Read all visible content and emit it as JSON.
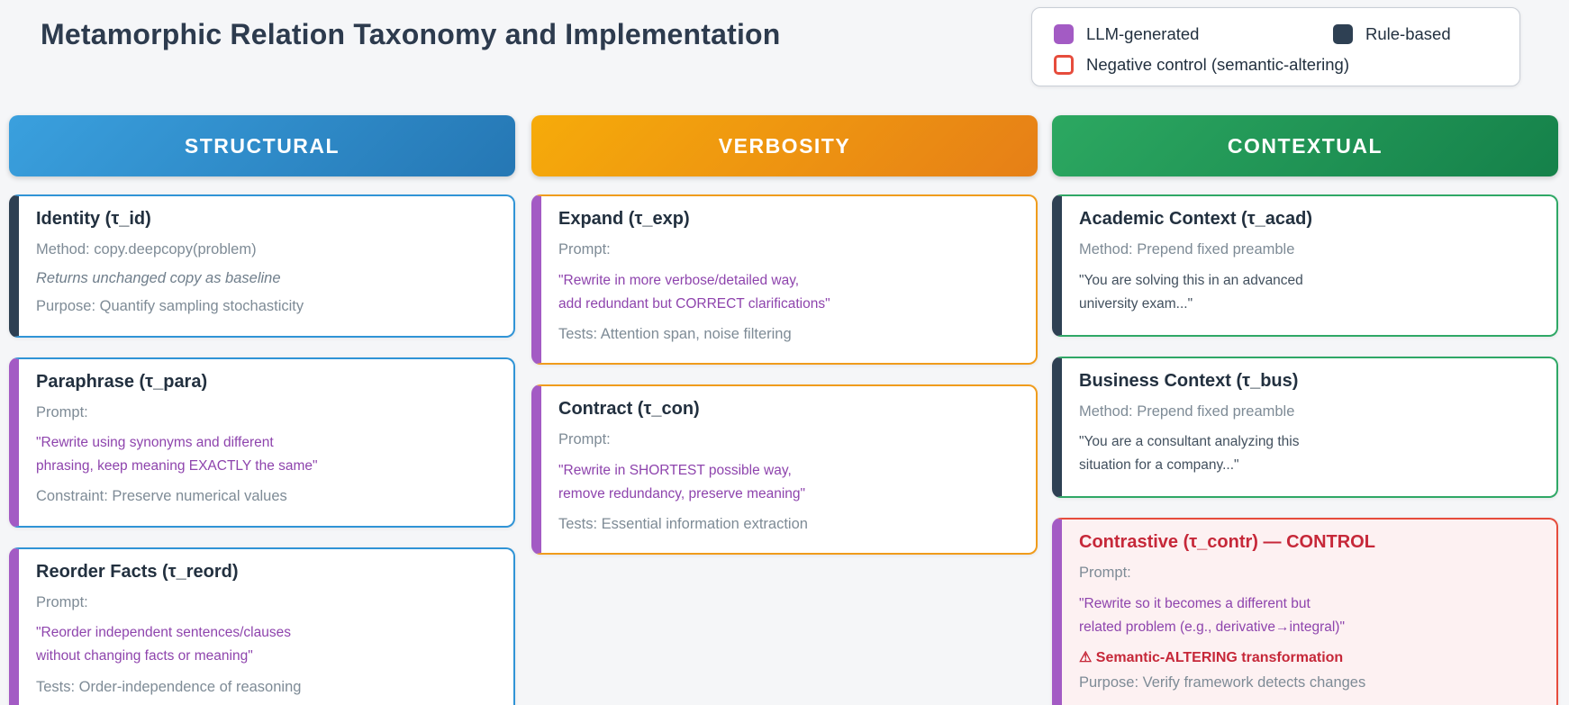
{
  "title": "Metamorphic Relation Taxonomy and Implementation",
  "legend": {
    "items": [
      {
        "id": "llm",
        "label": "LLM-generated",
        "color": "#a35bc4"
      },
      {
        "id": "rule",
        "label": "Rule-based",
        "color": "#2e4053"
      },
      {
        "id": "negative",
        "label": "Negative control (semantic-altering)",
        "color": "#e64c3c"
      }
    ]
  },
  "colors": {
    "structural": "#3094d6",
    "verbosity": "#f09c1c",
    "contextual": "#2fa866",
    "negative_control": "#e64c3c",
    "llm_accent": "#a35bc4",
    "rule_accent": "#2e4053",
    "prompt_text": "#8e44ad"
  },
  "columns": [
    {
      "id": "structural",
      "header": "STRUCTURAL",
      "cards": [
        {
          "id": "identity",
          "title": "Identity (τ_id)",
          "accent": "rule",
          "lines": [
            {
              "type": "meta",
              "text": "Method: copy.deepcopy(problem)"
            },
            {
              "type": "italic",
              "text": "Returns unchanged copy as baseline"
            },
            {
              "type": "meta",
              "text": "Purpose: Quantify sampling stochasticity"
            }
          ]
        },
        {
          "id": "paraphrase",
          "title": "Paraphrase (τ_para)",
          "accent": "llm",
          "lines": [
            {
              "type": "meta",
              "text": "Prompt:"
            },
            {
              "type": "prompt",
              "lines": [
                "\"Rewrite using synonyms and different",
                "phrasing, keep meaning EXACTLY the same\""
              ]
            },
            {
              "type": "meta",
              "text": "Constraint: Preserve numerical values"
            }
          ]
        },
        {
          "id": "reorder-facts",
          "title": "Reorder Facts (τ_reord)",
          "accent": "llm",
          "lines": [
            {
              "type": "meta",
              "text": "Prompt:"
            },
            {
              "type": "prompt",
              "lines": [
                "\"Reorder independent sentences/clauses",
                "without changing facts or meaning\""
              ]
            },
            {
              "type": "meta",
              "text": "Tests: Order-independence of reasoning"
            }
          ]
        }
      ]
    },
    {
      "id": "verbosity",
      "header": "VERBOSITY",
      "cards": [
        {
          "id": "expand",
          "title": "Expand (τ_exp)",
          "accent": "llm",
          "lines": [
            {
              "type": "meta",
              "text": "Prompt:"
            },
            {
              "type": "prompt",
              "lines": [
                "\"Rewrite in more verbose/detailed way,",
                "add redundant but CORRECT clarifications\""
              ]
            },
            {
              "type": "meta",
              "text": "Tests: Attention span, noise filtering"
            }
          ]
        },
        {
          "id": "contract",
          "title": "Contract (τ_con)",
          "accent": "llm",
          "lines": [
            {
              "type": "meta",
              "text": "Prompt:"
            },
            {
              "type": "prompt",
              "lines": [
                "\"Rewrite in SHORTEST possible way,",
                "remove redundancy, preserve meaning\""
              ]
            },
            {
              "type": "meta",
              "text": "Tests: Essential information extraction"
            }
          ]
        }
      ]
    },
    {
      "id": "contextual",
      "header": "CONTEXTUAL",
      "cards": [
        {
          "id": "academic-context",
          "title": "Academic Context (τ_acad)",
          "accent": "rule",
          "lines": [
            {
              "type": "meta",
              "text": "Method: Prepend fixed preamble"
            },
            {
              "type": "quote",
              "lines": [
                "\"You are solving this in an advanced",
                "university exam...\""
              ]
            }
          ]
        },
        {
          "id": "business-context",
          "title": "Business Context (τ_bus)",
          "accent": "rule",
          "lines": [
            {
              "type": "meta",
              "text": "Method: Prepend fixed preamble"
            },
            {
              "type": "quote",
              "lines": [
                "\"You are a consultant analyzing this",
                "situation for a company...\""
              ]
            }
          ]
        },
        {
          "id": "contrastive-control",
          "title": "Contrastive (τ_contr) — CONTROL",
          "accent": "llm",
          "negative": true,
          "lines": [
            {
              "type": "meta",
              "text": "Prompt:"
            },
            {
              "type": "prompt",
              "lines": [
                "\"Rewrite so it becomes a different but",
                "related problem (e.g., derivative→integral)\""
              ]
            },
            {
              "type": "warning",
              "text": "⚠ Semantic-ALTERING transformation"
            },
            {
              "type": "meta",
              "text": "Purpose: Verify framework detects changes"
            }
          ]
        }
      ]
    }
  ]
}
